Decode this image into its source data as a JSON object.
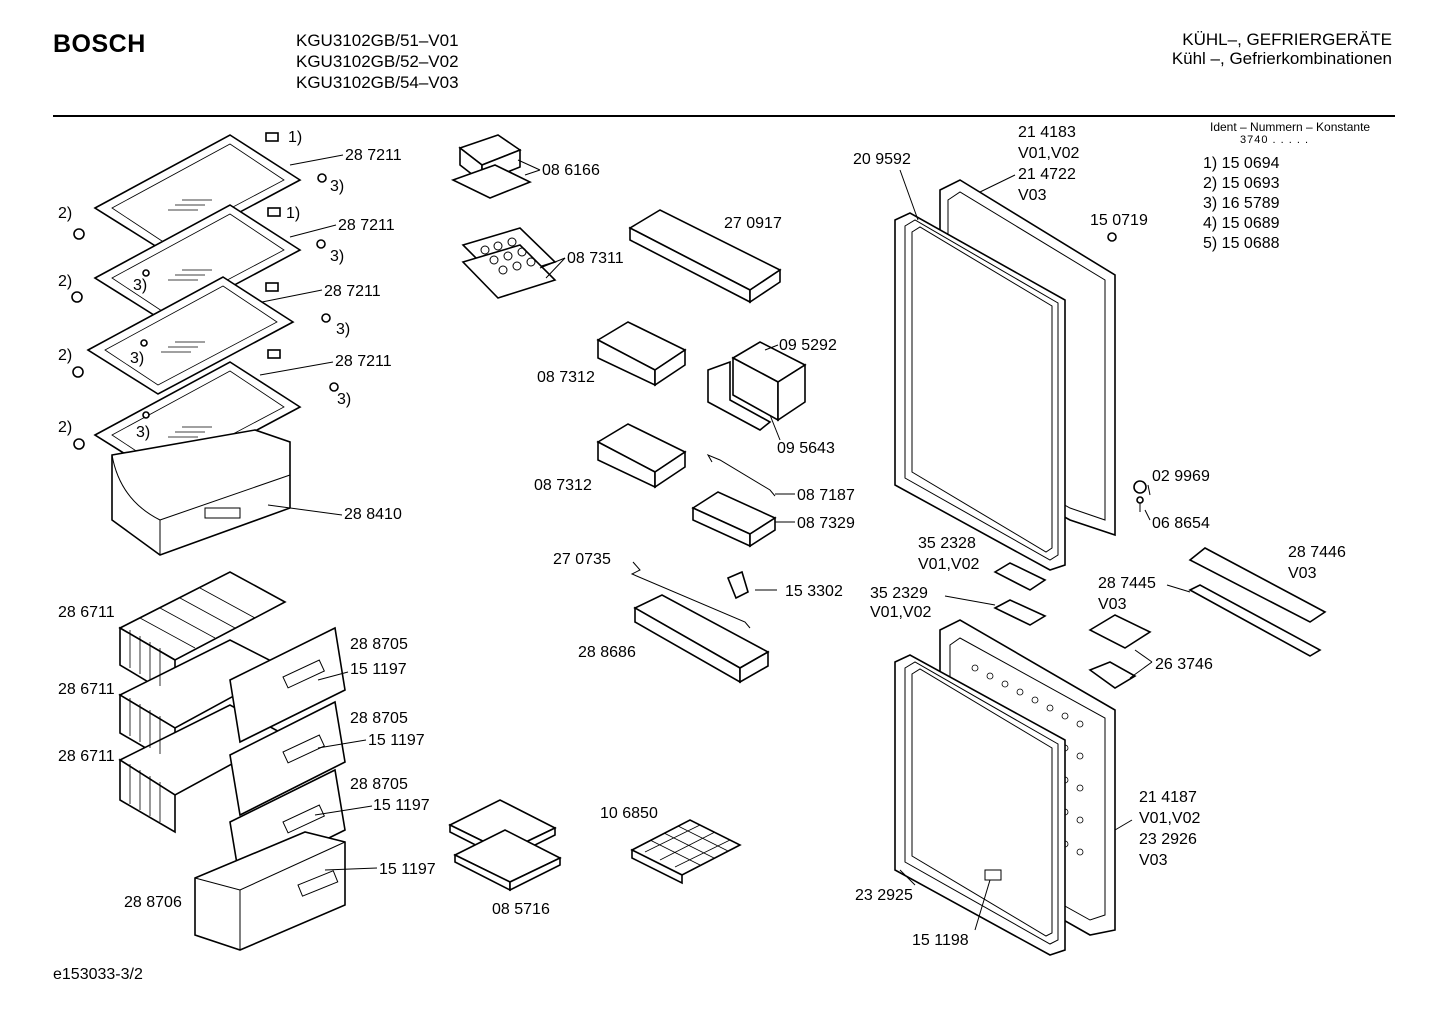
{
  "header": {
    "brand": "BOSCH",
    "models": [
      "KGU3102GB/51–V01",
      "KGU3102GB/52–V02",
      "KGU3102GB/54–V03"
    ],
    "title_1": "KÜHL–, GEFRIERGERÄTE",
    "title_2": "Kühl –, Gefrierkombinationen"
  },
  "ident": {
    "title": "Ident – Nummern – Konstante",
    "constant": "3740 . . . . .",
    "items": [
      "1)  15 0694",
      "2)  15 0693",
      "3)  16 5789",
      "4)  15 0689",
      "5)  15 0688"
    ]
  },
  "footer": {
    "code": "e153033-3/2"
  },
  "callouts": {
    "shelf_1": "28 7211",
    "shelf_2": "28 7211",
    "shelf_3": "28 7211",
    "shelf_4": "28 7211",
    "note_1a": "1)",
    "note_1b": "1)",
    "note_2a": "2)",
    "note_2b": "2)",
    "note_2c": "2)",
    "note_2d": "2)",
    "note_3a": "3)",
    "note_3b": "3)",
    "note_3c": "3)",
    "note_3d": "3)",
    "note_3e": "3)",
    "note_3f": "3)",
    "note_3g": "3)",
    "crisper": "28 8410",
    "basket_1": "28 6711",
    "basket_2": "28 6711",
    "basket_3": "28 6711",
    "front_1": "28 8705",
    "front_2": "28 8705",
    "front_3": "28 8705",
    "handle_1": "15 1197",
    "handle_2": "15 1197",
    "handle_3": "15 1197",
    "handle_4": "15 1197",
    "bottom_drawer": "28 8706",
    "butter_box": "08 6166",
    "egg_tray": "08 7311",
    "door_shelf_top": "27 0917",
    "small_box_1": "08 7312",
    "small_box_2": "08 7312",
    "bottle_holder": "09 5292",
    "bottle_insert": "09 5643",
    "wire_clip": "08 7187",
    "small_tray": "08 7329",
    "wire_rail": "27 0735",
    "door_shelf_bottom": "28 8686",
    "clip": "15 3302",
    "cold_pack": "08 5716",
    "ice_tray": "10 6850",
    "fridge_door": "21 4183",
    "fridge_door_v1": "V01,V02",
    "fridge_door_alt": "21 4722",
    "fridge_door_v2": "V03",
    "door_gasket_top": "20 9592",
    "plug": "15 0719",
    "cap": "02 9969",
    "screw": "06 8654",
    "hinge_cover_1": "35 2328",
    "hinge_cover_1_v": "V01,V02",
    "hinge_cover_2": "35 2329",
    "hinge_cover_2_v": "V01,V02",
    "rail_1": "28 7446",
    "rail_1_v": "V03",
    "rail_2": "28 7445",
    "rail_2_v": "V03",
    "hinge": "26 3746",
    "freezer_door": "21 4187",
    "freezer_door_v1": "V01,V02",
    "freezer_door_alt": "23 2926",
    "freezer_door_v2": "V03",
    "door_gasket_bottom": "23 2925",
    "label_plate": "15 1198"
  }
}
